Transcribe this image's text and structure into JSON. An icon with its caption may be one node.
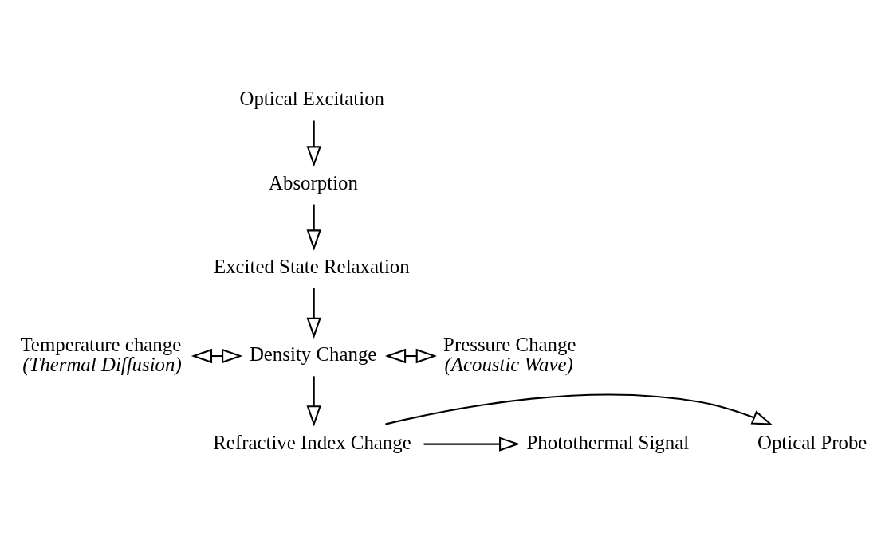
{
  "diagram": {
    "nodes": [
      {
        "text": [
          "Optical Excitation"
        ]
      },
      {
        "text": [
          "Absorption"
        ]
      },
      {
        "text": [
          "Excited State Relaxation"
        ]
      },
      {
        "text": [
          "Temperature change"
        ],
        "beside": [
          "(Thermal Diffusion)"
        ]
      },
      {
        "text": [
          "Density Change"
        ]
      },
      {
        "text": [
          "Pressure Change"
        ],
        "beside": [
          "(Acoustic Wave)"
        ]
      },
      {
        "text": [
          "Refractive Index Change"
        ]
      },
      {
        "text": [
          "Optical Probe"
        ]
      },
      {
        "text": [
          "Photothermal Signal"
        ]
      }
    ],
    "edges": [
      {
        "from": 0,
        "to": 1,
        "arrow": "to"
      },
      {
        "from": 1,
        "to": 2,
        "arrow": "to"
      },
      {
        "from": 2,
        "to": 4,
        "arrow": "to"
      },
      {
        "from": 3,
        "to": 4,
        "arrow": "both"
      },
      {
        "from": 4,
        "to": 5,
        "arrow": "both"
      },
      {
        "from": 4,
        "to": 6,
        "arrow": "to"
      },
      {
        "from": 6,
        "to": 7,
        "arrow": "to"
      },
      {
        "from": 6,
        "to": 8,
        "arrow": "to"
      }
    ]
  }
}
